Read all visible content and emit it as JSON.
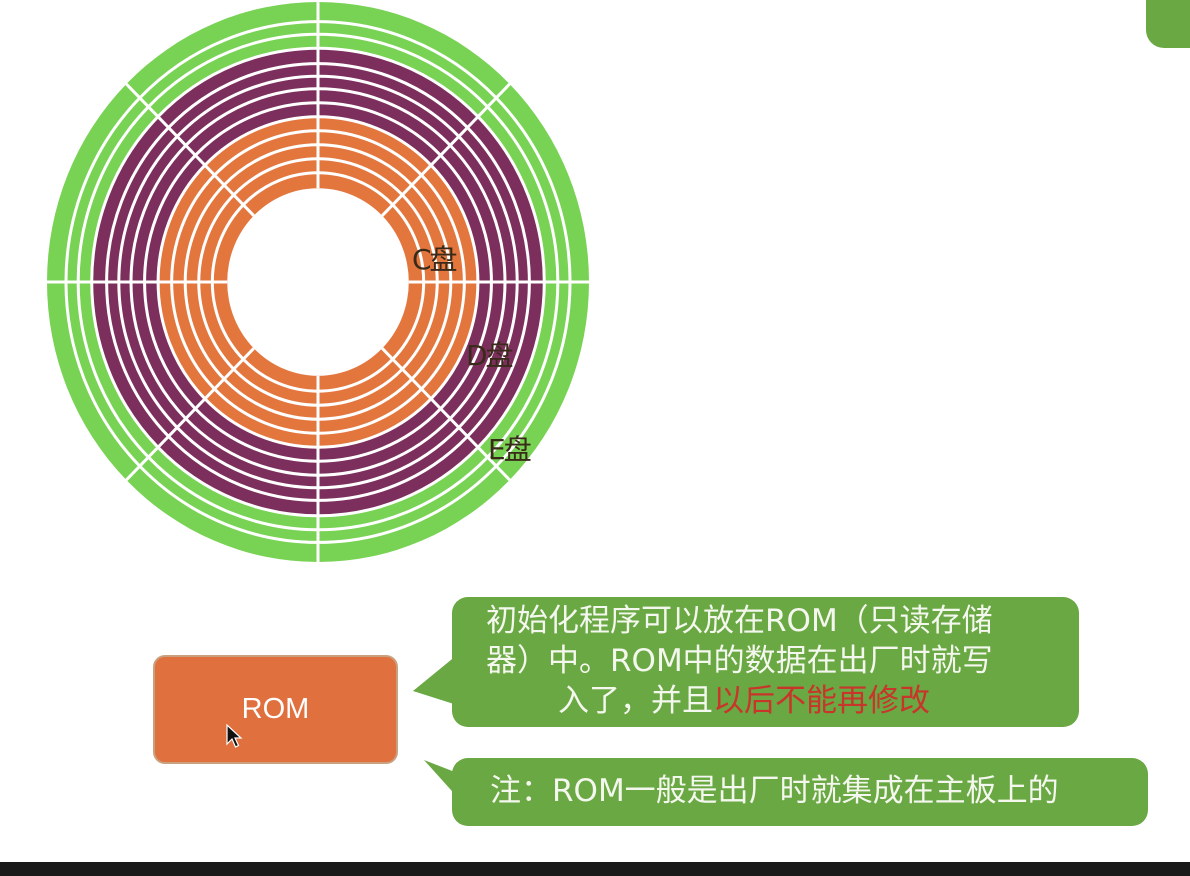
{
  "colors": {
    "outer_ring": "#78d253",
    "middle_ring": "#7c2f5d",
    "inner_ring": "#e3763d",
    "divider": "#ffffff",
    "callout": "#6aa843",
    "rom_box": "#e0703e",
    "highlight": "#c8352a"
  },
  "disk": {
    "labels": {
      "c": "C盘",
      "d": "D盘",
      "e": "E盘"
    }
  },
  "rom_box": {
    "label": "ROM"
  },
  "callout_1": {
    "line1": "初始化程序可以放在ROM（只读存储",
    "line2": "器）中。ROM中的数据在出厂时就写",
    "line3_normal": "入了，并且",
    "line3_highlight": "以后不能再修改"
  },
  "callout_2": {
    "text": "注：ROM一般是出厂时就集成在主板上的"
  }
}
